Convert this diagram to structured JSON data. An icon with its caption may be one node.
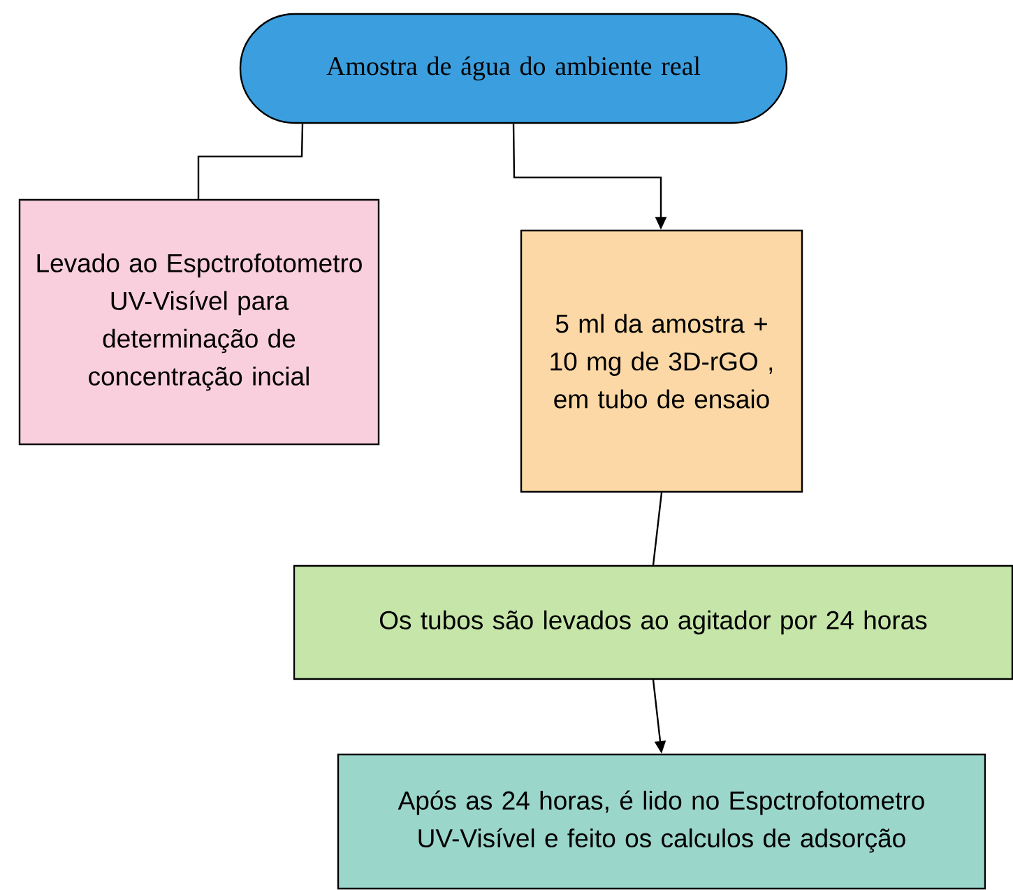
{
  "diagram": {
    "nodes": [
      {
        "text": [
          "Amostra de água do ambiente real"
        ]
      },
      {
        "text": [
          "Levado ao Espctrofotometro UV-Visível para determinação de concentração incial"
        ]
      },
      {
        "text": [
          "5 ml da amostra + 10 mg de 3D-rGO , em tubo de ensaio"
        ]
      },
      {
        "text": [
          "Os tubos são levados ao agitador por 24 horas"
        ]
      },
      {
        "text": [
          "Após as 24 horas, é lido no Espctrofotometro UV-Visível e feito os calculos de adsorção"
        ]
      }
    ],
    "edges": [
      {
        "from": 0,
        "to": 1,
        "arrow": "none"
      },
      {
        "from": 0,
        "to": 2,
        "arrow": "to"
      },
      {
        "from": 2,
        "to": 3,
        "arrow": "none"
      },
      {
        "from": 3,
        "to": 4,
        "arrow": "to"
      }
    ]
  }
}
